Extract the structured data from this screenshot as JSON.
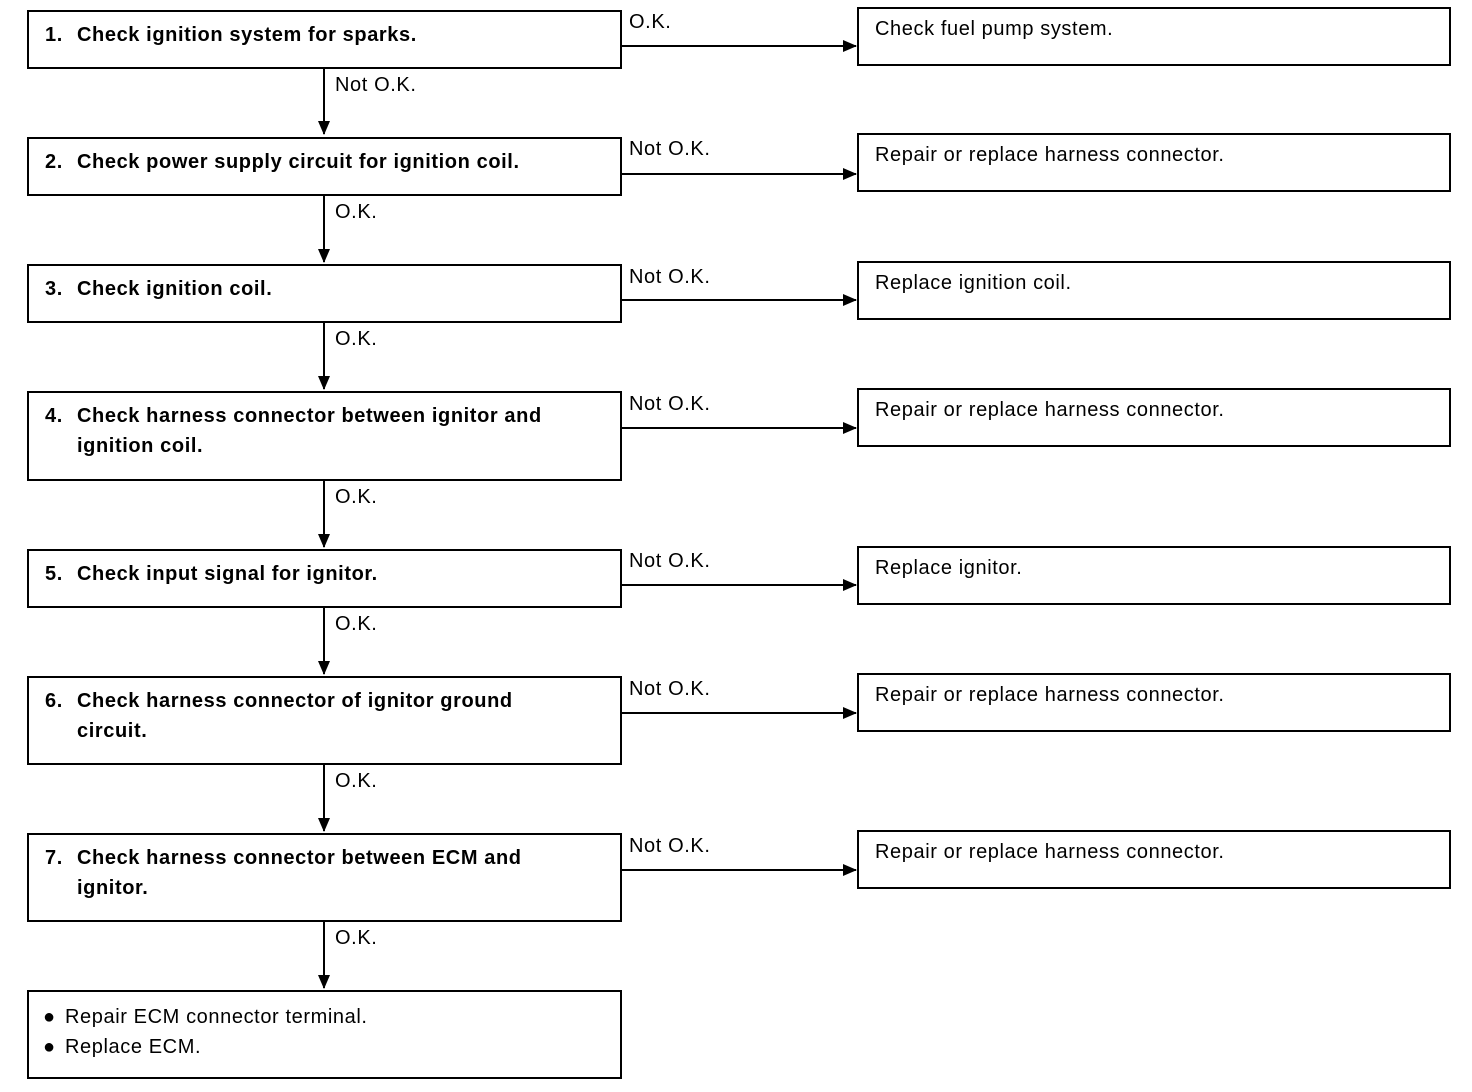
{
  "steps": [
    {
      "num": "1.",
      "text": "Check ignition system for sparks.",
      "cont": ""
    },
    {
      "num": "2.",
      "text": "Check power supply circuit for ignition coil.",
      "cont": ""
    },
    {
      "num": "3.",
      "text": "Check ignition coil.",
      "cont": ""
    },
    {
      "num": "4.",
      "text": "Check harness connector between ignitor and",
      "cont": "ignition coil."
    },
    {
      "num": "5.",
      "text": "Check input signal for ignitor.",
      "cont": ""
    },
    {
      "num": "6.",
      "text": "Check harness connector of ignitor ground",
      "cont": "circuit."
    },
    {
      "num": "7.",
      "text": "Check harness connector between ECM and",
      "cont": "ignitor."
    }
  ],
  "actions": [
    {
      "text": "Check fuel pump system.",
      "label": "O.K."
    },
    {
      "text": "Repair or replace harness connector.",
      "label": "Not O.K."
    },
    {
      "text": "Replace ignition coil.",
      "label": "Not O.K."
    },
    {
      "text": "Repair or replace harness connector.",
      "label": "Not O.K."
    },
    {
      "text": "Replace ignitor.",
      "label": "Not O.K."
    },
    {
      "text": "Repair or replace harness connector.",
      "label": "Not O.K."
    },
    {
      "text": "Repair or replace harness connector.",
      "label": "Not O.K."
    }
  ],
  "down_labels": [
    "Not O.K.",
    "O.K.",
    "O.K.",
    "O.K.",
    "O.K.",
    "O.K.",
    "O.K."
  ],
  "final": {
    "bullet": "●",
    "items": [
      "Repair ECM connector terminal.",
      "Replace ECM."
    ]
  }
}
